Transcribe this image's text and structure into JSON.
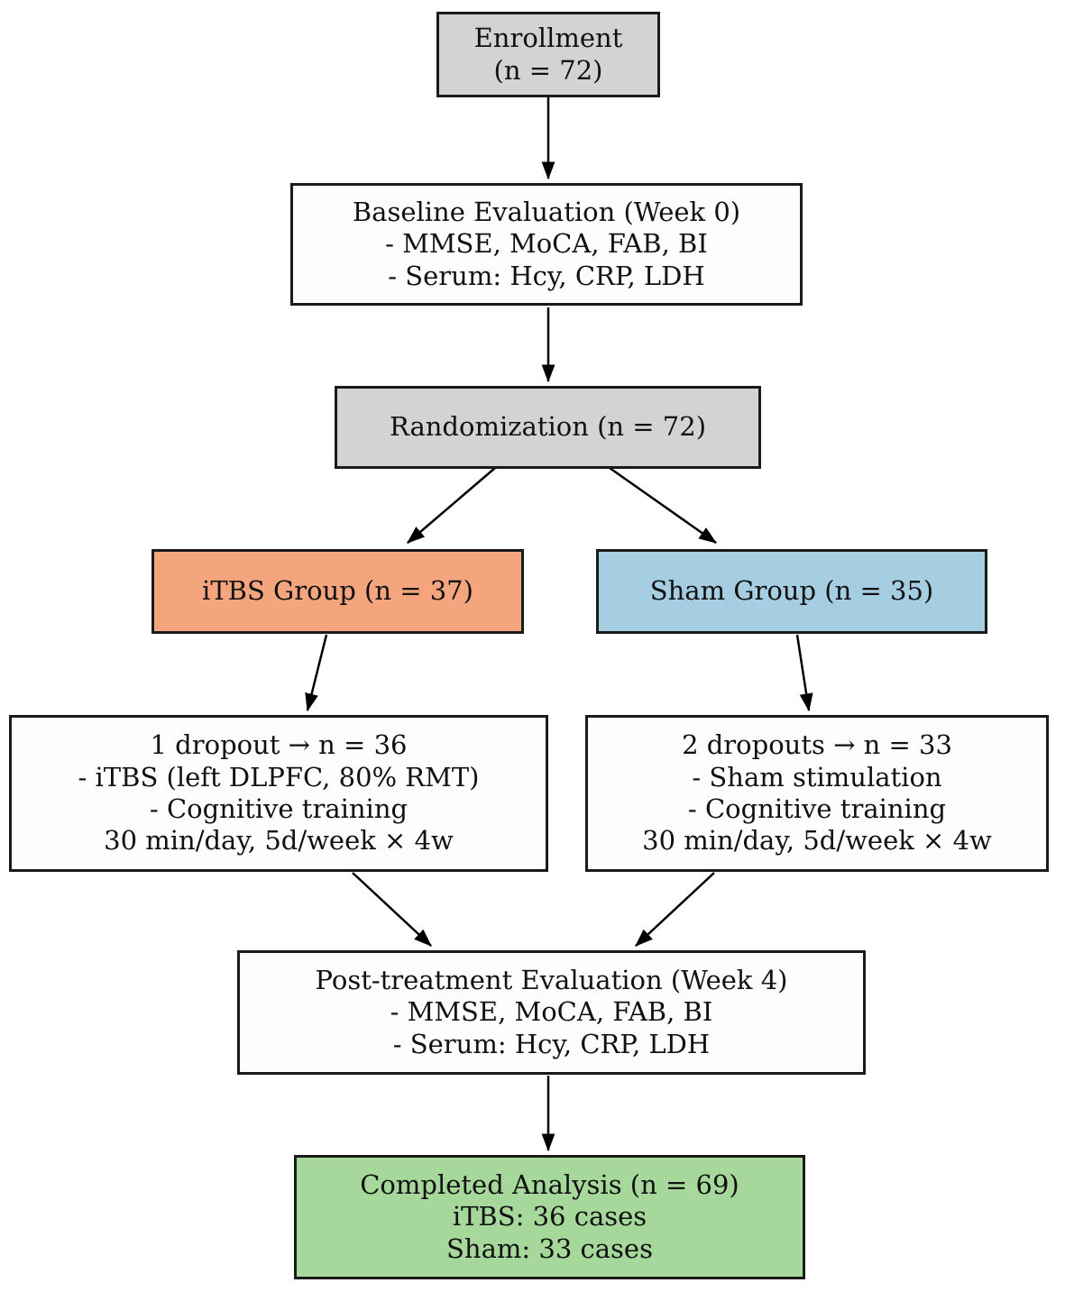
{
  "diagram": {
    "type": "flowchart",
    "nodes": {
      "enrollment": {
        "fill": "gray",
        "lines": [
          "Enrollment",
          "(n = 72)"
        ]
      },
      "baseline": {
        "fill": "white",
        "lines": [
          "Baseline Evaluation (Week 0)",
          "- MMSE, MoCA, FAB, BI",
          "- Serum: Hcy, CRP, LDH"
        ]
      },
      "randomization": {
        "fill": "gray",
        "lines": [
          "Randomization (n = 72)"
        ]
      },
      "itbs_group": {
        "fill": "salmon",
        "lines": [
          "iTBS Group (n = 37)"
        ]
      },
      "sham_group": {
        "fill": "blue",
        "lines": [
          "Sham Group (n = 35)"
        ]
      },
      "itbs_treatment": {
        "fill": "white",
        "lines": [
          "1 dropout → n = 36",
          "- iTBS (left DLPFC, 80% RMT)",
          "- Cognitive training",
          "30 min/day, 5d/week × 4w"
        ]
      },
      "sham_treatment": {
        "fill": "white",
        "lines": [
          "2 dropouts → n = 33",
          "- Sham stimulation",
          "- Cognitive training",
          "30 min/day, 5d/week × 4w"
        ]
      },
      "post_treatment": {
        "fill": "white",
        "lines": [
          "Post-treatment Evaluation (Week 4)",
          "- MMSE, MoCA, FAB, BI",
          "- Serum: Hcy, CRP, LDH"
        ]
      },
      "completed": {
        "fill": "green",
        "lines": [
          "Completed Analysis (n = 69)",
          "iTBS: 36 cases",
          "Sham: 33 cases"
        ]
      }
    },
    "edges": [
      {
        "from": "enrollment",
        "to": "baseline"
      },
      {
        "from": "baseline",
        "to": "randomization"
      },
      {
        "from": "randomization",
        "to": "itbs_group"
      },
      {
        "from": "randomization",
        "to": "sham_group"
      },
      {
        "from": "itbs_group",
        "to": "itbs_treatment"
      },
      {
        "from": "sham_group",
        "to": "sham_treatment"
      },
      {
        "from": "itbs_treatment",
        "to": "post_treatment"
      },
      {
        "from": "sham_treatment",
        "to": "post_treatment"
      },
      {
        "from": "post_treatment",
        "to": "completed"
      }
    ],
    "colors": {
      "gray": "#d3d3d3",
      "salmon": "#f5a57e",
      "blue": "#a6cee3",
      "green": "#a6d89b",
      "white": "#fdfdfd",
      "border": "#1a1a1a",
      "arrow": "#000000"
    }
  }
}
